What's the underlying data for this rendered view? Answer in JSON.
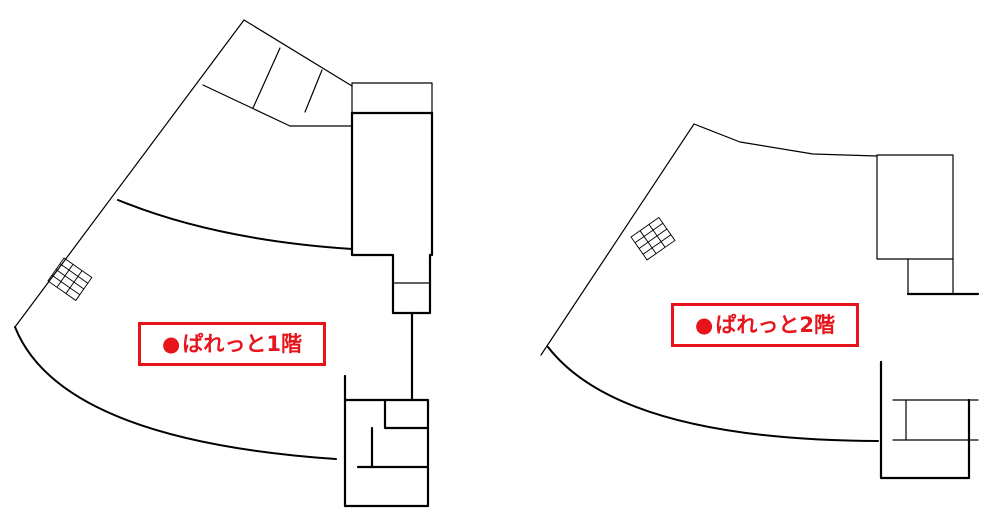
{
  "floors": [
    {
      "id": "floor-1",
      "label": "ぱれっと1階",
      "marker": "●"
    },
    {
      "id": "floor-2",
      "label": "ぱれっと2階",
      "marker": "●"
    }
  ],
  "colors": {
    "label_red": "#e8141b",
    "wall": "#000000",
    "background": "#ffffff"
  }
}
